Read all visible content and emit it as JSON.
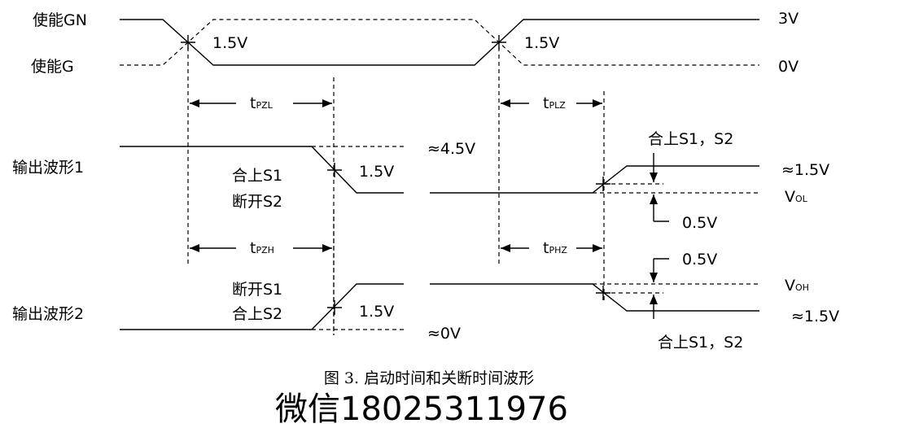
{
  "signals": {
    "enable_gn": "使能GN",
    "enable_g": "使能G",
    "output1": "输出波形1",
    "output2": "输出波形2"
  },
  "levels": {
    "v3": "3V",
    "v0": "0V",
    "threshold_left": "1.5V",
    "threshold_right": "1.5V",
    "approx_45": "≈4.5V",
    "approx_0": "≈0V",
    "approx_15_top": "≈1.5V",
    "approx_15_bottom": "≈1.5V",
    "out1_threshold": "1.5V",
    "out2_threshold": "1.5V",
    "delta_out1": "0.5V",
    "delta_out2": "0.5V"
  },
  "timing": {
    "tpzl_t": "t",
    "tpzl_sub": "PZL",
    "tplz_t": "t",
    "tplz_sub": "PLZ",
    "tpzh_t": "t",
    "tpzh_sub": "PZH",
    "tphz_t": "t",
    "tphz_sub": "PHZ"
  },
  "annotations": {
    "close_s1": "合上S1",
    "open_s2": "断开S2",
    "open_s1": "断开S1",
    "close_s2": "合上S2",
    "close_s1s2_top": "合上S1，S2",
    "close_s1s2_bottom": "合上S1，S2",
    "vol_v": "V",
    "vol_sub": "OL",
    "voh_v": "V",
    "voh_sub": "OH"
  },
  "caption": "图 3. 启动时间和关断时间波形",
  "watermark": "微信18025311976"
}
